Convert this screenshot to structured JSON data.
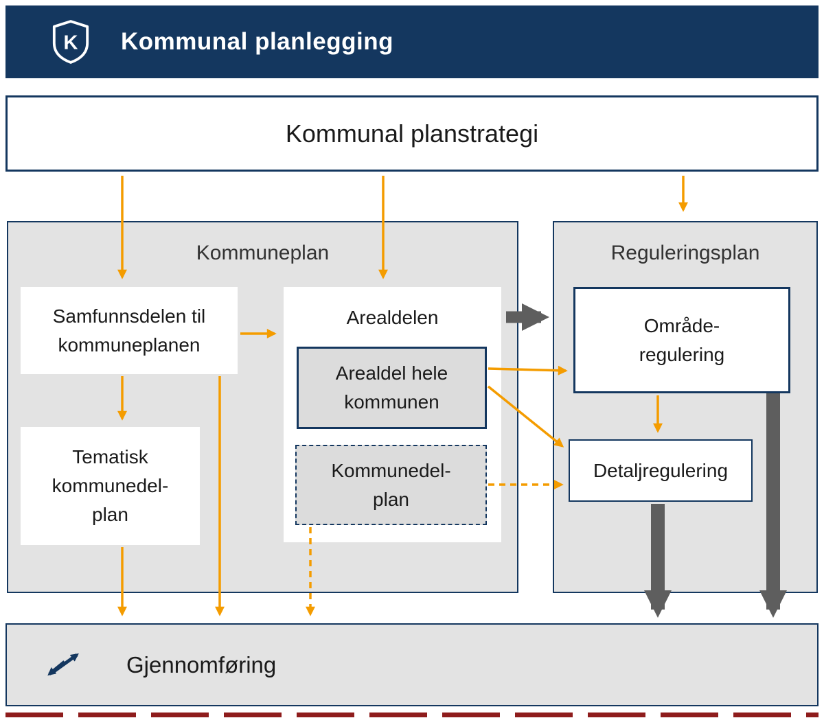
{
  "colors": {
    "navy": "#14375f",
    "orange": "#f49c00",
    "panel_gray": "#e3e3e3",
    "inner_box_gray": "#dcdcdc",
    "arrow_gray": "#5e5e5e",
    "red_dash_line": "#8e1c1c",
    "white": "#ffffff"
  },
  "header": {
    "logo_letter": "K",
    "title": "Kommunal planlegging"
  },
  "planstrategi": {
    "label": "Kommunal planstrategi"
  },
  "kommuneplan": {
    "title": "Kommuneplan",
    "boxes": {
      "samfunnsdelen": "Samfunnsdelen til\nkommuneplanen",
      "arealdelen": "Arealdelen",
      "arealdel_hele_kommunen": "Arealdel hele\nkommunen",
      "kommunedelplan": "Kommunedel-\nplan",
      "tematisk": "Tematisk\nkommunedel-\nplan"
    }
  },
  "reguleringsplan": {
    "title": "Reguleringsplan",
    "boxes": {
      "omraaderegulering": "Område-\nregulering",
      "detaljregulering": "Detaljregulering"
    }
  },
  "gjennomforing": {
    "label": "Gjennomføring"
  }
}
